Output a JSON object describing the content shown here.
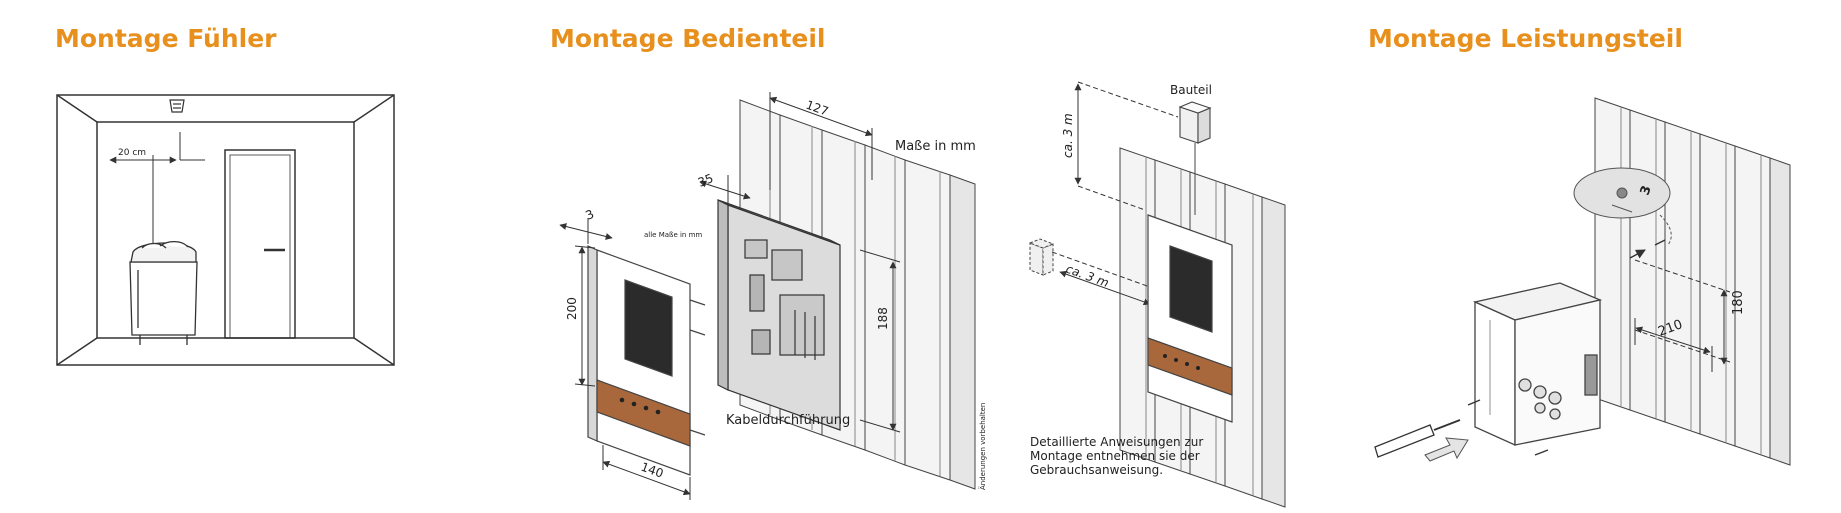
{
  "colors": {
    "heading": "#e8901e",
    "panel_accent": "#a8683c",
    "screen": "#2b2b2b",
    "line": "#333333"
  },
  "sections": {
    "fuehler": {
      "title": "Montage Fühler",
      "distance_label": "20 cm"
    },
    "bedienteil": {
      "title": "Montage Bedienteil",
      "unit_note": "Maße in mm",
      "small_note": "alle Maße in mm",
      "cable_label": "Kabeldurchführung",
      "side_note": "Änderungen vorbehalten",
      "dims": {
        "d127": "127",
        "d35": "35",
        "d3": "3",
        "d200": "200",
        "d188": "188",
        "d140": "140"
      }
    },
    "middle": {
      "component_label": "Bauteil",
      "dist_vertical": "ca. 3 m",
      "dist_horizontal": "ca. 3 m",
      "note_lines": [
        "Detaillierte Anweisungen zur",
        "Montage entnehmen sie der",
        "Gebrauchsanweisung."
      ]
    },
    "leistungsteil": {
      "title": "Montage Leistungsteil",
      "dims": {
        "d3": "3",
        "d180": "180",
        "d210": "210"
      }
    }
  }
}
